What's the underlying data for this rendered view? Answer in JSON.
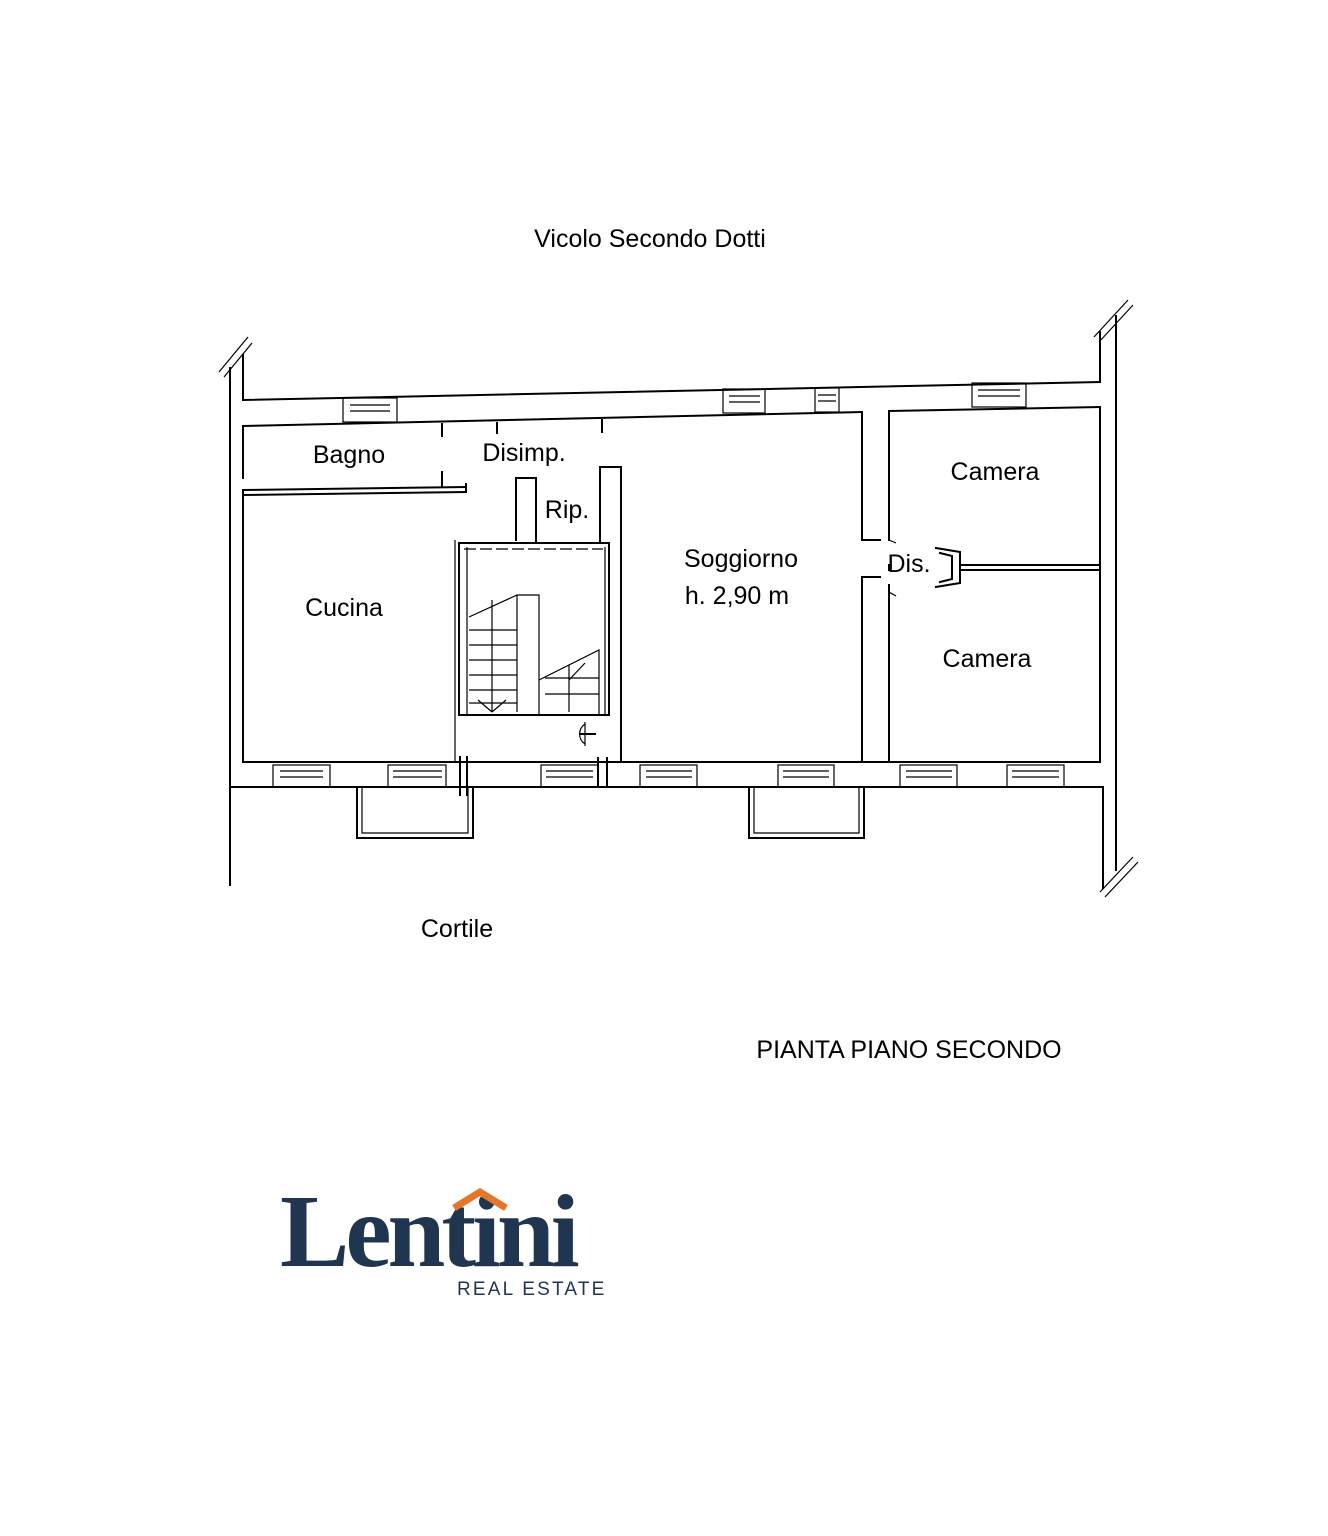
{
  "street_label": "Vicolo Secondo Dotti",
  "courtyard_label": "Cortile",
  "plan_title": "PIANTA PIANO SECONDO",
  "rooms": {
    "bagno": "Bagno",
    "disimpegno": "Disimp.",
    "ripostiglio": "Rip.",
    "cucina": "Cucina",
    "soggiorno": "Soggiorno",
    "soggiorno_height": "h. 2,90 m",
    "disimpegno_2": "Dis.",
    "camera_1": "Camera",
    "camera_2": "Camera"
  },
  "logo": {
    "name": "Lentini",
    "tagline": "REAL ESTATE",
    "color_primary": "#1f3550",
    "color_accent": "#e4772a"
  }
}
